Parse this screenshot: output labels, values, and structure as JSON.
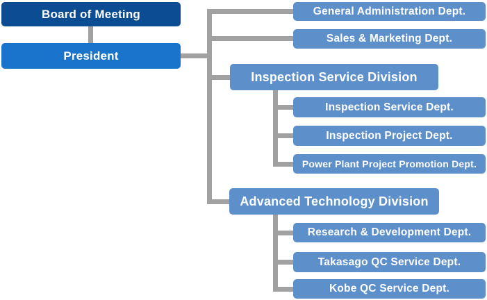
{
  "org": {
    "board": {
      "label": "Board of Meeting"
    },
    "president": {
      "label": "President"
    },
    "children": [
      {
        "label": "General Administration Dept.",
        "type": "dept"
      },
      {
        "label": "Sales & Marketing Dept.",
        "type": "dept"
      },
      {
        "label": "Inspection Service Division",
        "type": "division",
        "children": [
          {
            "label": "Inspection Service Dept."
          },
          {
            "label": "Inspection Project Dept."
          },
          {
            "label": "Power Plant Project Promotion Dept."
          }
        ]
      },
      {
        "label": "Advanced Technology Division",
        "type": "division",
        "children": [
          {
            "label": "Research & Development Dept."
          },
          {
            "label": "Takasago QC Service Dept."
          },
          {
            "label": "Kobe QC Service Dept."
          }
        ]
      }
    ]
  },
  "colors": {
    "board_bg": "#0b4c93",
    "president_bg": "#1b74cc",
    "department_bg": "#5d90cb",
    "connector": "#a1a1a1",
    "text": "#ffffff",
    "background": "#ffffff"
  }
}
